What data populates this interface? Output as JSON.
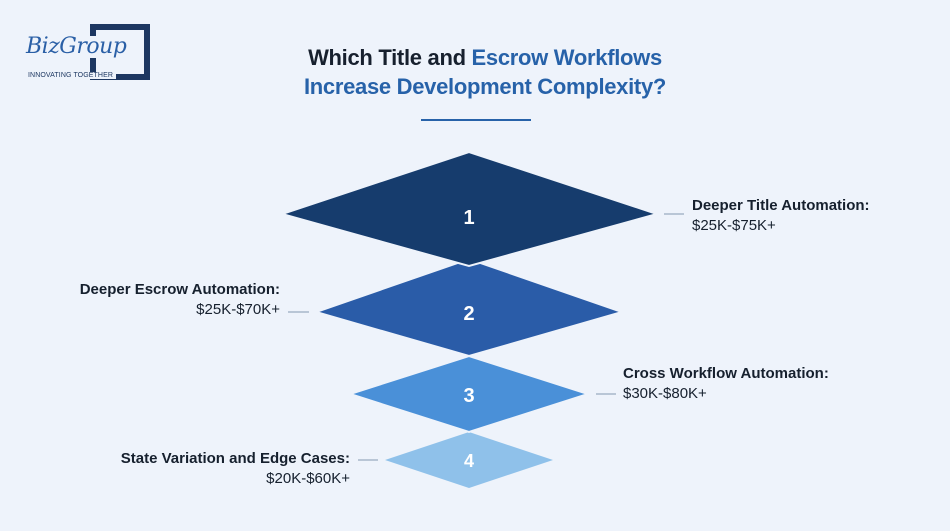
{
  "logo": {
    "text": "BizGroup",
    "tagline": "INNOVATING TOGETHER"
  },
  "title": {
    "line1_prefix": "Which Title and ",
    "line1_highlight": "Escrow Workflows",
    "line2": "Increase Development Complexity?"
  },
  "colors": {
    "background": "#eef3fb",
    "title_dark": "#17202e",
    "title_blue": "#2762a9",
    "tier1": "#163c6d",
    "tier2": "#2a5ca8",
    "tier3": "#4a90d8",
    "tier4": "#8fc1ea",
    "connector": "#b9c6d6"
  },
  "tiers": [
    {
      "number": "1",
      "name": "Deeper Title Automation:",
      "cost": "$25K-$75K+"
    },
    {
      "number": "2",
      "name": "Deeper Escrow Automation:",
      "cost": "$25K-$70K+"
    },
    {
      "number": "3",
      "name": "Cross Workflow Automation:",
      "cost": "$30K-$80K+"
    },
    {
      "number": "4",
      "name": "State Variation and Edge Cases:",
      "cost": "$20K-$60K+"
    }
  ]
}
